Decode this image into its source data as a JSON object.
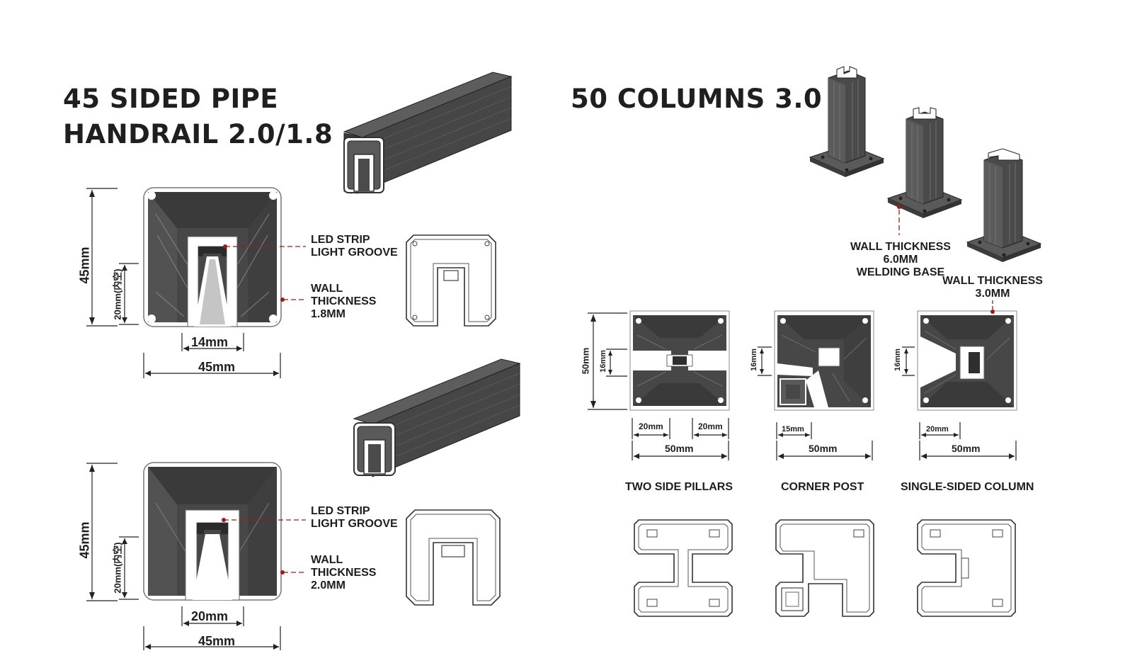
{
  "left_section": {
    "title_line1": "45 SIDED PIPE",
    "title_line2": "HANDRAIL 2.0/1.8",
    "profile_a": {
      "groove_line1": "LED STRIP",
      "groove_line2": "LIGHT GROOVE",
      "wall_line1": "WALL",
      "wall_line2": "THICKNESS",
      "wall_line3": "1.8MM",
      "height": "45mm",
      "inner": "20mm(内空)",
      "slot_width": "14mm",
      "width": "45mm"
    },
    "profile_b": {
      "groove_line1": "LED STRIP",
      "groove_line2": "LIGHT GROOVE",
      "wall_line1": "WALL",
      "wall_line2": "THICKNESS",
      "wall_line3": "2.0MM",
      "height": "45mm",
      "inner": "20mm(内空)",
      "slot_width": "20mm",
      "width": "45mm"
    }
  },
  "right_section": {
    "title": "50 COLUMNS 3.0",
    "base_line1": "WALL THICKNESS",
    "base_line2": "6.0MM",
    "base_line3": "WELDING BASE",
    "wall_line1": "WALL THICKNESS",
    "wall_line2": "3.0MM",
    "height": "50mm",
    "pillars": {
      "name": "TWO SIDE PILLARS",
      "groove": "16mm",
      "left": "20mm",
      "right": "20mm",
      "width": "50mm"
    },
    "corner": {
      "name": "CORNER POST",
      "groove": "16mm",
      "small": "15mm",
      "width": "50mm"
    },
    "single": {
      "name": "SINGLE-SIDED COLUMN",
      "groove": "16mm",
      "small": "20mm",
      "width": "50mm"
    }
  },
  "colors": {
    "metal": "#474747",
    "metal_light": "#6e6e6e",
    "metal_dark": "#2e2e2e",
    "leader": "#9b1c1c"
  }
}
